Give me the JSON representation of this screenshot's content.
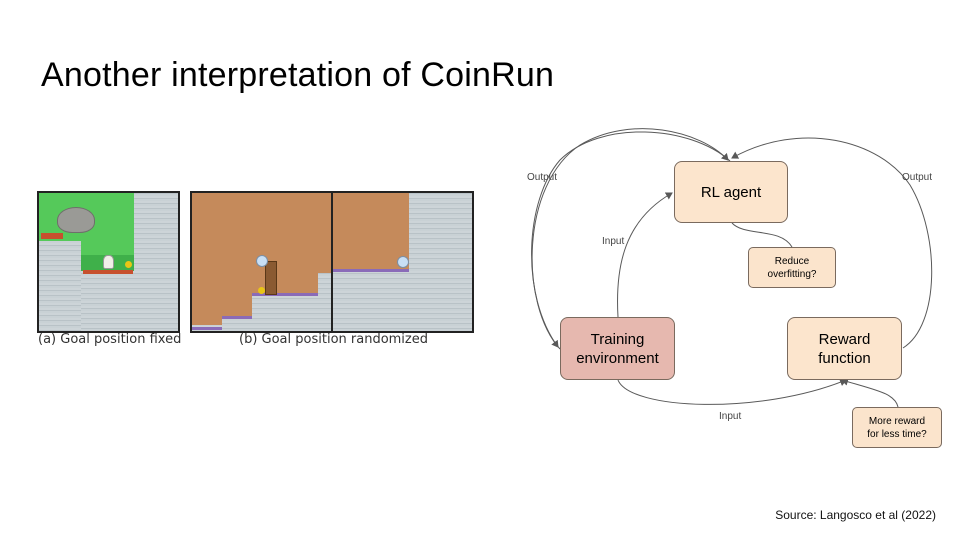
{
  "slide": {
    "title": "Another interpretation of CoinRun",
    "source": "Source: Langosco et al (2022)"
  },
  "figure": {
    "caption_a": "(a) Goal position fixed",
    "caption_b": "(b) Goal position randomized"
  },
  "diagram": {
    "nodes": {
      "agent": "RL agent",
      "env_line1": "Training",
      "env_line2": "environment",
      "reward_line1": "Reward",
      "reward_line2": "function"
    },
    "notes": {
      "overfit_line1": "Reduce",
      "overfit_line2": "overfitting?",
      "reward_line1": "More reward",
      "reward_line2": "for less time?"
    },
    "edge_labels": {
      "output_left": "Output",
      "output_right": "Output",
      "input_top": "Input",
      "input_bottom": "Input"
    }
  },
  "colors": {
    "agent_fill": "#fce5cd",
    "env_fill": "#e6b8af",
    "reward_fill": "#fce5cd",
    "note_fill": "#fce5cd",
    "arrow": "#595959"
  }
}
